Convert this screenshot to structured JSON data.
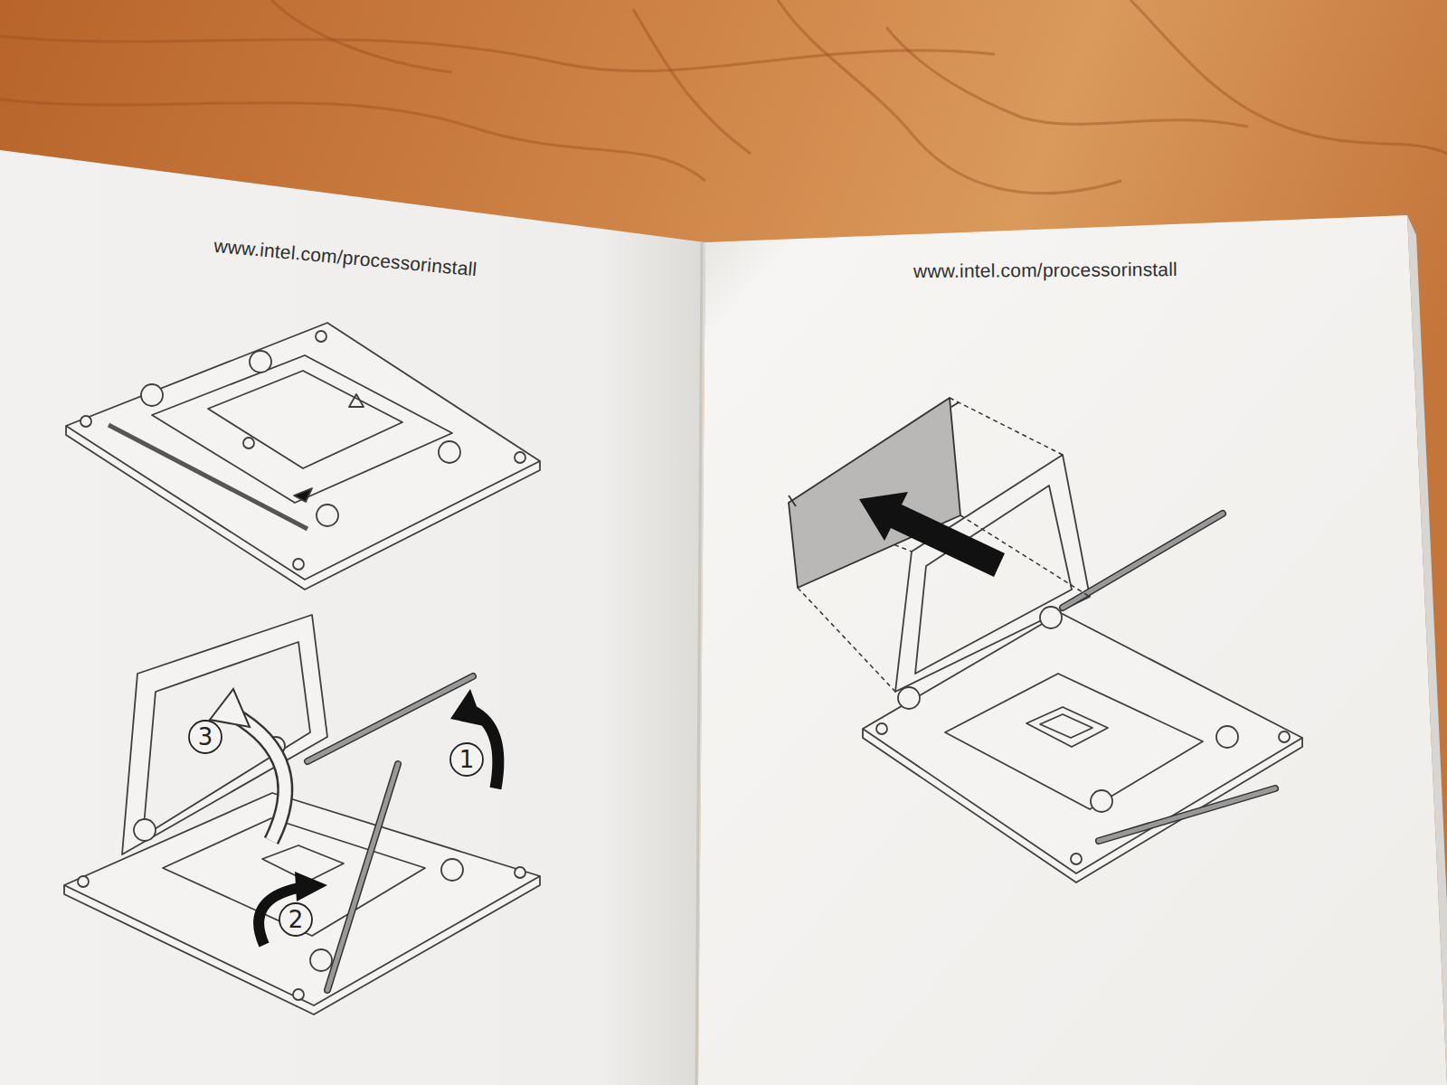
{
  "diagram": {
    "labels": [
      "www.intel.com/processorinstall",
      "3",
      "1",
      "2",
      "www.intel.com/processorinstall"
    ]
  }
}
